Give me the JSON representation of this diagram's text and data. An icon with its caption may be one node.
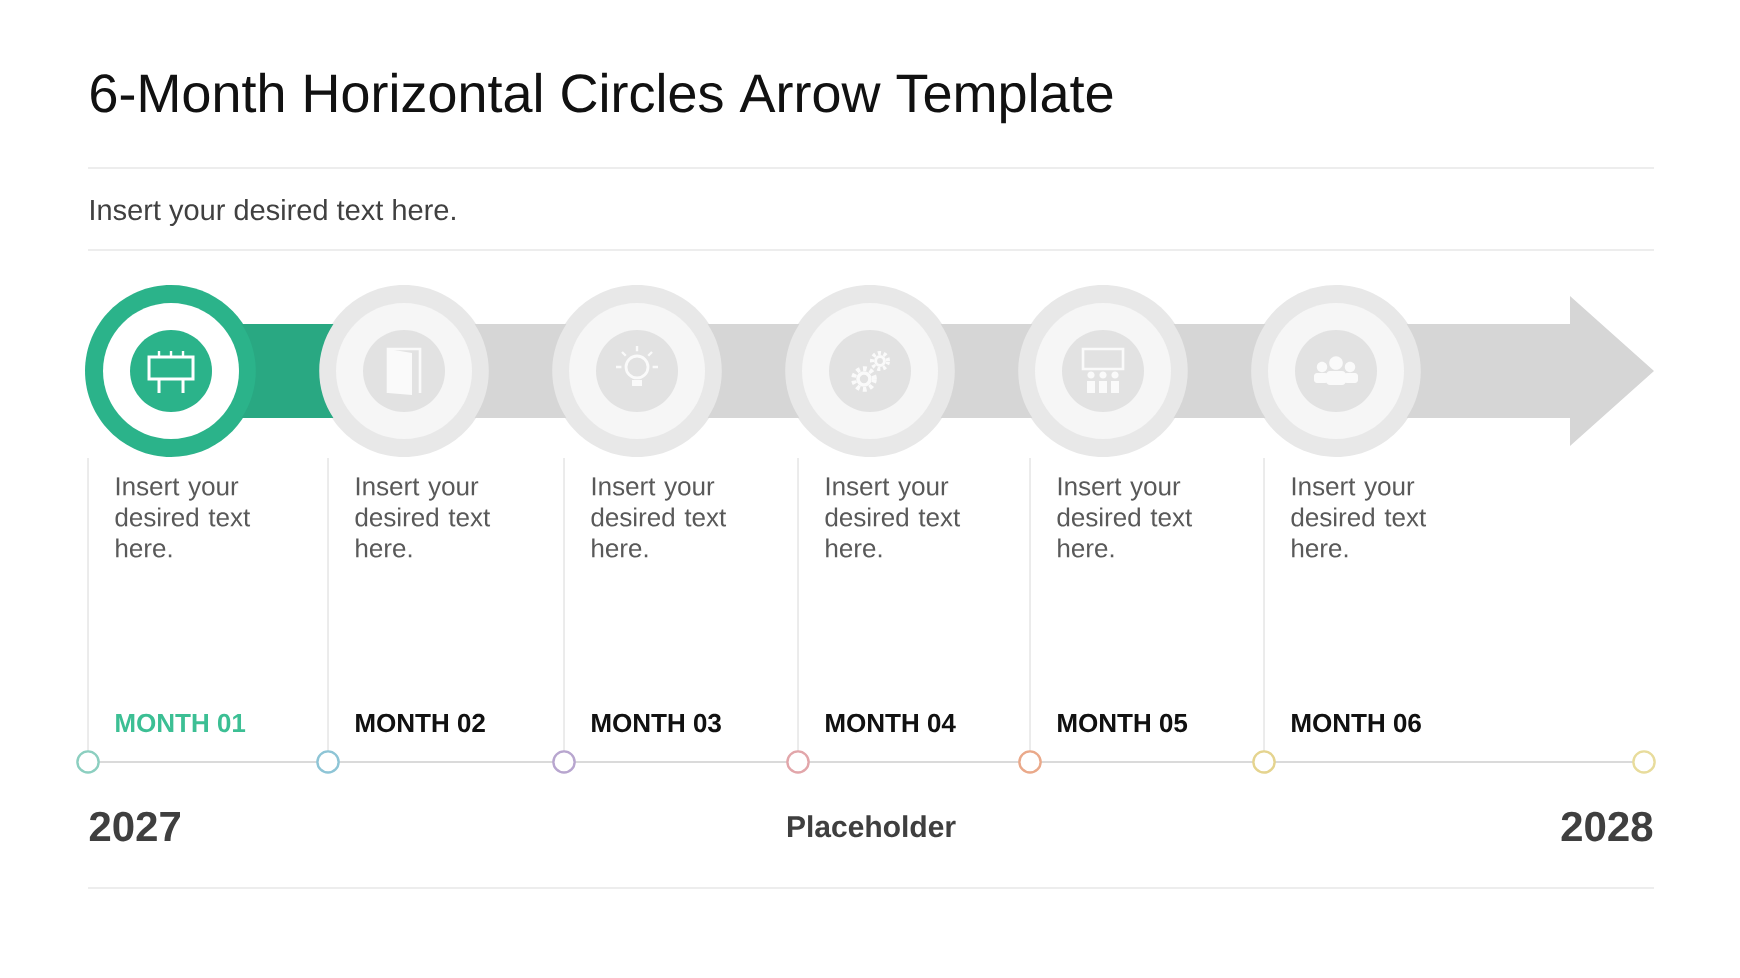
{
  "diagram": {
    "title": "6-Month Horizontal Circles Arrow Template",
    "nodes": [
      {
        "text": [],
        "shape": "circle",
        "beside": [
          "Insert your desired text here."
        ]
      },
      {
        "text": [],
        "shape": "circle",
        "beside": [
          "Insert your desired text here."
        ]
      },
      {
        "text": [],
        "shape": "circle",
        "beside": [
          "Insert your desired text here."
        ]
      },
      {
        "text": [],
        "shape": "circle",
        "beside": [
          "Insert your desired text here."
        ]
      },
      {
        "text": [],
        "shape": "circle",
        "beside": [
          "Insert your desired text here."
        ]
      },
      {
        "text": [],
        "shape": "circle",
        "beside": [
          "Insert your desired text here."
        ]
      }
    ],
    "edges": [
      {
        "from": 0,
        "to": 1,
        "arrow": "none",
        "color": "#2bb38a"
      },
      {
        "from": 1,
        "to": 2,
        "arrow": "none"
      },
      {
        "from": 2,
        "to": 3,
        "arrow": "none"
      },
      {
        "from": 3,
        "to": 4,
        "arrow": "none"
      },
      {
        "from": 4,
        "to": 5,
        "arrow": "none"
      },
      {
        "from": 5,
        "to": null,
        "arrow": "to"
      }
    ],
    "labels": [
      "Insert your desired text here.",
      "MONTH 01",
      "MONTH 02",
      "MONTH 03",
      "MONTH 04",
      "MONTH 05",
      "MONTH 06",
      "2027",
      "Placeholder",
      "2028"
    ]
  }
}
